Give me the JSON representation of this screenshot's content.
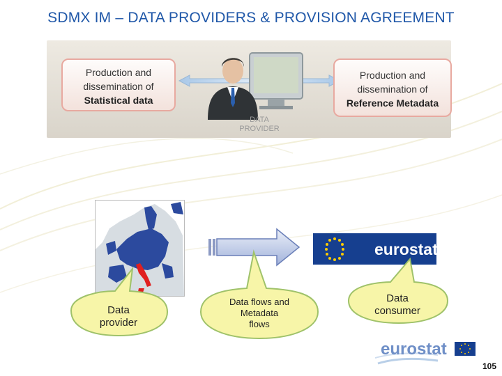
{
  "slide": {
    "title": "SDMX IM – DATA PROVIDERS & PROVISION AGREEMENT",
    "page_number": "105"
  },
  "banner": {
    "left_box": {
      "line1": "Production and",
      "line2": "dissemination of",
      "line3": "Statistical data"
    },
    "right_box": {
      "line1": "Production and",
      "line2": "dissemination of",
      "line3": "Reference Metadata"
    },
    "provider_label_line1": "DATA",
    "provider_label_line2": "PROVIDER"
  },
  "callouts": {
    "data_provider": {
      "line1": "Data",
      "line2": "provider"
    },
    "data_flows": {
      "line1": "Data flows and",
      "line2": "Metadata",
      "line3": "flows"
    },
    "data_consumer": {
      "line1": "Data",
      "line2": "consumer"
    }
  },
  "logos": {
    "eurostat_main": "eurostat",
    "eurostat_footer": "eurostat"
  },
  "colors": {
    "title": "#1f57a8",
    "callout_fill": "#f7f5a8",
    "box_border": "#e8a9a0",
    "eu_blue": "#003399",
    "eu_star": "#ffcc00",
    "italy": "#e02020"
  }
}
